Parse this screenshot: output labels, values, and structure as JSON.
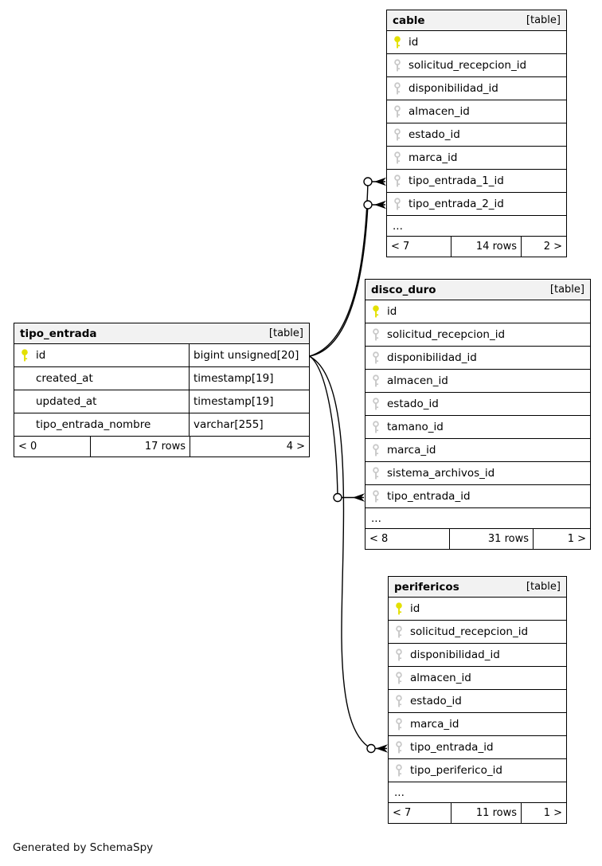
{
  "footer_note": "Generated by SchemaSpy",
  "colors": {
    "primary_key": "#e3e000",
    "foreign_key": "#c8c8c8",
    "header_bg": "#f2f2f2",
    "line": "#000000"
  },
  "tables": [
    {
      "name": "tipo_entrada",
      "badge": "[table]",
      "columns": [
        {
          "name": "id",
          "type": "bigint unsigned[20]",
          "key": "primary"
        },
        {
          "name": "created_at",
          "type": "timestamp[19]",
          "key": "none"
        },
        {
          "name": "updated_at",
          "type": "timestamp[19]",
          "key": "none"
        },
        {
          "name": "tipo_entrada_nombre",
          "type": "varchar[255]",
          "key": "none"
        }
      ],
      "ellipsis": null,
      "footer": {
        "left": "< 0",
        "center": "17 rows",
        "right": "4 >"
      }
    },
    {
      "name": "cable",
      "badge": "[table]",
      "columns": [
        {
          "name": "id",
          "key": "primary"
        },
        {
          "name": "solicitud_recepcion_id",
          "key": "foreign"
        },
        {
          "name": "disponibilidad_id",
          "key": "foreign"
        },
        {
          "name": "almacen_id",
          "key": "foreign"
        },
        {
          "name": "estado_id",
          "key": "foreign"
        },
        {
          "name": "marca_id",
          "key": "foreign"
        },
        {
          "name": "tipo_entrada_1_id",
          "key": "foreign"
        },
        {
          "name": "tipo_entrada_2_id",
          "key": "foreign"
        }
      ],
      "ellipsis": "...",
      "footer": {
        "left": "< 7",
        "center": "14 rows",
        "right": "2 >"
      }
    },
    {
      "name": "disco_duro",
      "badge": "[table]",
      "columns": [
        {
          "name": "id",
          "key": "primary"
        },
        {
          "name": "solicitud_recepcion_id",
          "key": "foreign"
        },
        {
          "name": "disponibilidad_id",
          "key": "foreign"
        },
        {
          "name": "almacen_id",
          "key": "foreign"
        },
        {
          "name": "estado_id",
          "key": "foreign"
        },
        {
          "name": "tamano_id",
          "key": "foreign"
        },
        {
          "name": "marca_id",
          "key": "foreign"
        },
        {
          "name": "sistema_archivos_id",
          "key": "foreign"
        },
        {
          "name": "tipo_entrada_id",
          "key": "foreign"
        }
      ],
      "ellipsis": "...",
      "footer": {
        "left": "< 8",
        "center": "31 rows",
        "right": "1 >"
      }
    },
    {
      "name": "perifericos",
      "badge": "[table]",
      "columns": [
        {
          "name": "id",
          "key": "primary"
        },
        {
          "name": "solicitud_recepcion_id",
          "key": "foreign"
        },
        {
          "name": "disponibilidad_id",
          "key": "foreign"
        },
        {
          "name": "almacen_id",
          "key": "foreign"
        },
        {
          "name": "estado_id",
          "key": "foreign"
        },
        {
          "name": "marca_id",
          "key": "foreign"
        },
        {
          "name": "tipo_entrada_id",
          "key": "foreign"
        },
        {
          "name": "tipo_periferico_id",
          "key": "foreign"
        }
      ],
      "ellipsis": "...",
      "footer": {
        "left": "< 7",
        "center": "11 rows",
        "right": "1 >"
      }
    }
  ],
  "relationships": [
    {
      "from": "tipo_entrada.id",
      "to": "cable.tipo_entrada_1_id"
    },
    {
      "from": "tipo_entrada.id",
      "to": "cable.tipo_entrada_2_id"
    },
    {
      "from": "tipo_entrada.id",
      "to": "disco_duro.tipo_entrada_id"
    },
    {
      "from": "tipo_entrada.id",
      "to": "perifericos.tipo_entrada_id"
    }
  ]
}
